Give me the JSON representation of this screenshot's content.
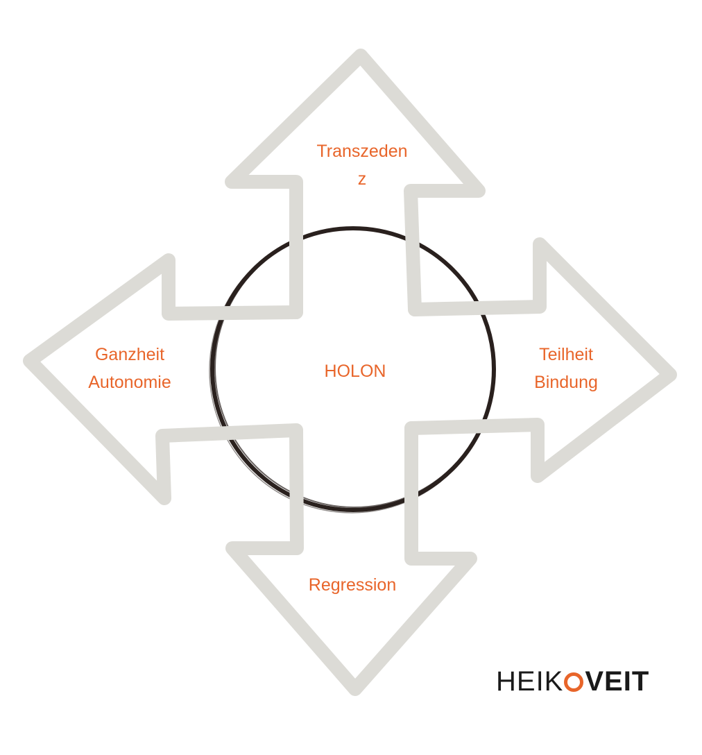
{
  "diagram": {
    "center_label": "HOLON",
    "arrows": {
      "up": {
        "line1": "Transzeden",
        "line2": "z"
      },
      "left": {
        "line1": "Ganzheit",
        "line2": "Autonomie"
      },
      "right": {
        "line1": "Teilheit",
        "line2": "Bindung"
      },
      "down": {
        "line1": "Regression"
      }
    }
  },
  "colors": {
    "arrow_stroke": "#dcdbd6",
    "circle_stroke": "#2a211e",
    "label_text": "#e8652a",
    "logo_dark": "#1a1a1a",
    "logo_accent": "#e8652a"
  },
  "logo": {
    "text": "HEIKOVEIT",
    "first_part": "HEIK",
    "last_part": "VEIT"
  }
}
